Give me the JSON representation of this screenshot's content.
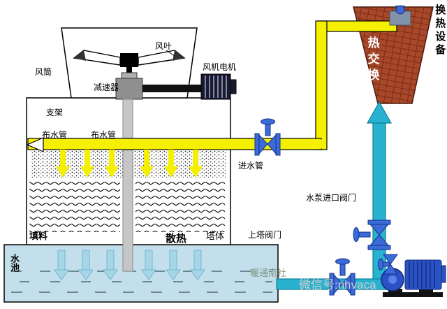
{
  "labels": {
    "fan_blade": "风叶",
    "fan_duct": "风筒",
    "fan_motor": "风机电机",
    "reducer": "减速器",
    "frame": "支架",
    "dist_pipe_left": "布水管",
    "dist_pipe_right": "布水管",
    "inlet_pipe": "进水管",
    "fill": "填料",
    "heat_dissipation": "散热",
    "tower_body": "塔体",
    "pool": "水池",
    "upper_tower_valve": "上塔阀门",
    "pump_inlet_valve": "水泵进口阀门",
    "heat_exchange": "热交换",
    "heat_exchange_equipment": "换热设备"
  },
  "watermarks": {
    "brand": "暖通南社",
    "wechat": "微信号:nhvaca"
  },
  "colors": {
    "hot_pipe": "#f5f000",
    "cold_pipe": "#29b2cf",
    "pool": "#c3dfeb",
    "pool_arrow": "#a5d6e8",
    "exchanger": "#a8482a",
    "valve": "#3a6bd6",
    "pump": "#2a52c4"
  }
}
